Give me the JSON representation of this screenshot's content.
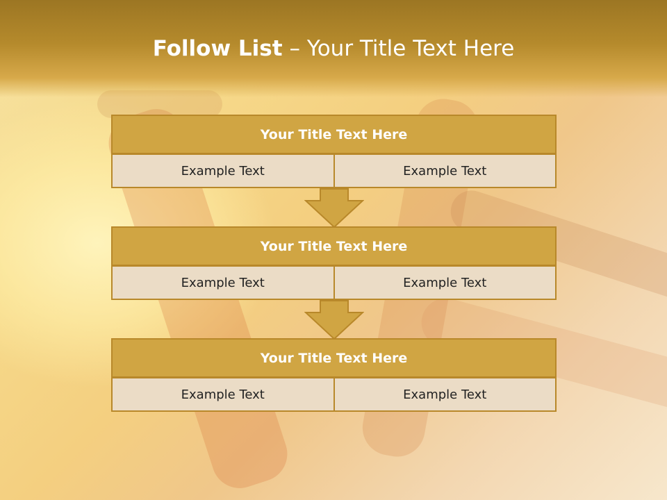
{
  "slide": {
    "title_bold": "Follow List",
    "title_rest": "– Your Title Text Here",
    "blocks": [
      {
        "title": "Your Title Text Here",
        "left": "Example Text",
        "right": "Example Text"
      },
      {
        "title": "Your Title Text Here",
        "left": "Example Text",
        "right": "Example Text"
      },
      {
        "title": "Your Title Text Here",
        "left": "Example Text",
        "right": "Example Text"
      }
    ]
  },
  "colors": {
    "title_band": "#b58a2c",
    "header_fill": "#d0a543",
    "header_border": "#b8882a",
    "cell_fill": "#ebdcc6",
    "arrow_fill": "#d0a543"
  },
  "icons": [
    "down-arrow-icon",
    "down-arrow-icon"
  ]
}
